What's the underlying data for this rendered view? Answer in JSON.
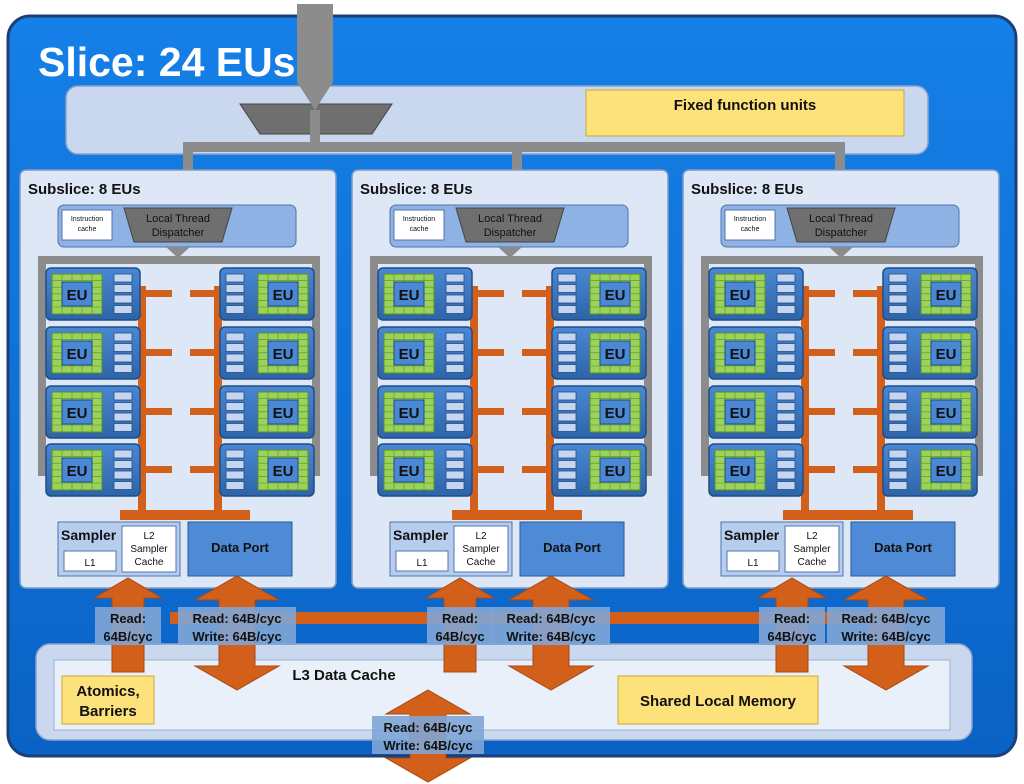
{
  "slice": {
    "title": "Slice: 24 EUs"
  },
  "fixed_function": {
    "label": "Fixed function units"
  },
  "subslices": [
    {
      "title": "Subslice: 8 EUs"
    },
    {
      "title": "Subslice: 8 EUs"
    },
    {
      "title": "Subslice: 8 EUs"
    }
  ],
  "subslice_parts": {
    "instruction_cache": [
      "Instruction",
      "cache"
    ],
    "dispatcher": [
      "Local Thread",
      "Dispatcher"
    ],
    "eu_label": "EU",
    "sampler": "Sampler",
    "l1": "L1",
    "l2_sampler_cache": [
      "L2",
      "Sampler",
      "Cache"
    ],
    "data_port": "Data Port"
  },
  "bandwidth": {
    "sampler_read": [
      "Read:",
      "64B/cyc"
    ],
    "dataport_rw": [
      "Read: 64B/cyc",
      "Write: 64B/cyc"
    ],
    "l3_rw": [
      "Read: 64B/cyc",
      "Write: 64B/cyc"
    ]
  },
  "l3": {
    "title": "L3 Data Cache",
    "atomics": [
      "Atomics,",
      "Barriers"
    ],
    "slm": "Shared Local Memory"
  },
  "colors": {
    "slice_bg": "#0a6fd6",
    "slice_border": "#1d3f78",
    "panel": "#c9d7ef",
    "subslice": "#dde7f6",
    "yellow": "#fde17a",
    "orange": "#d2601a",
    "gray_arrow": "#8c8c8c",
    "eu": "#3b78c4",
    "eu_grid": "#9bd35a"
  }
}
